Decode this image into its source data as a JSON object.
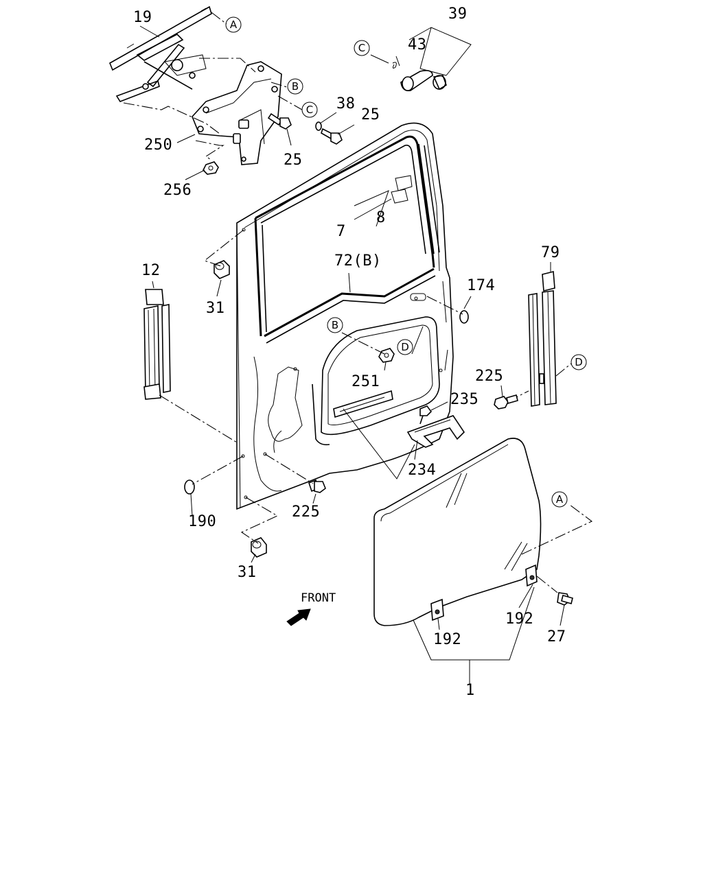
{
  "diagram": {
    "callouts": {
      "c19": "19",
      "c39": "39",
      "c43": "43",
      "c38": "38",
      "c25a": "25",
      "c25b": "25",
      "c250": "250",
      "c256": "256",
      "c7": "7",
      "c8": "8",
      "c72": "72(B)",
      "c12": "12",
      "c31a": "31",
      "c174": "174",
      "c79": "79",
      "c251": "251",
      "c225a": "225",
      "c235": "235",
      "c234": "234",
      "c190": "190",
      "c225b": "225",
      "c31b": "31",
      "c192a": "192",
      "c192b": "192",
      "c27": "27",
      "c1": "1"
    },
    "refs": {
      "A1": "A",
      "A2": "A",
      "B1": "B",
      "B2": "B",
      "C1": "C",
      "C2": "C",
      "D1": "D",
      "D2": "D"
    },
    "front_label": "FRONT"
  }
}
